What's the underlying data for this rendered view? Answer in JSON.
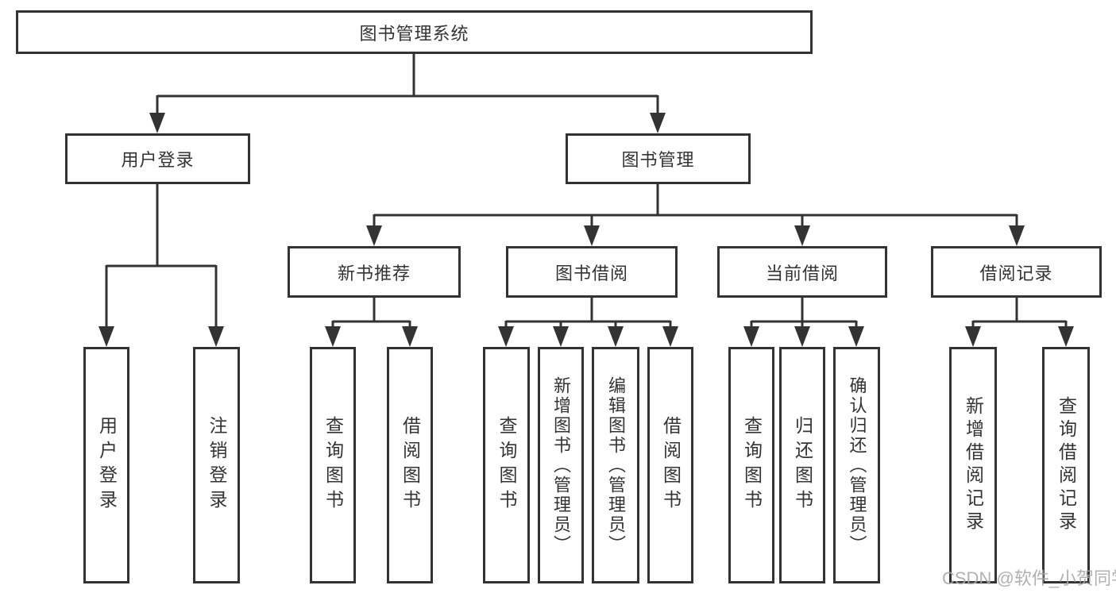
{
  "diagram": {
    "root": "图书管理系统",
    "branches": [
      {
        "label": "用户登录",
        "children": [
          "用户登录",
          "注销登录"
        ]
      },
      {
        "label": "图书管理",
        "groups": [
          {
            "label": "新书推荐",
            "children": [
              "查询图书",
              "借阅图书"
            ]
          },
          {
            "label": "图书借阅",
            "children": [
              "查询图书",
              "新增图书（管理员）",
              "编辑图书（管理员）",
              "借阅图书"
            ]
          },
          {
            "label": "当前借阅",
            "children": [
              "查询图书",
              "归还图书",
              "确认归还（管理员）"
            ]
          },
          {
            "label": "借阅记录",
            "children": [
              "新增借阅记录",
              "查询借阅记录"
            ]
          }
        ]
      }
    ]
  },
  "watermark": "CSDN @软件_小贺同学",
  "colors": {
    "line": "#333333",
    "text": "#333333",
    "box_background": "#ffffff",
    "watermark": "#a8a8a8",
    "background": "#ffffff"
  }
}
